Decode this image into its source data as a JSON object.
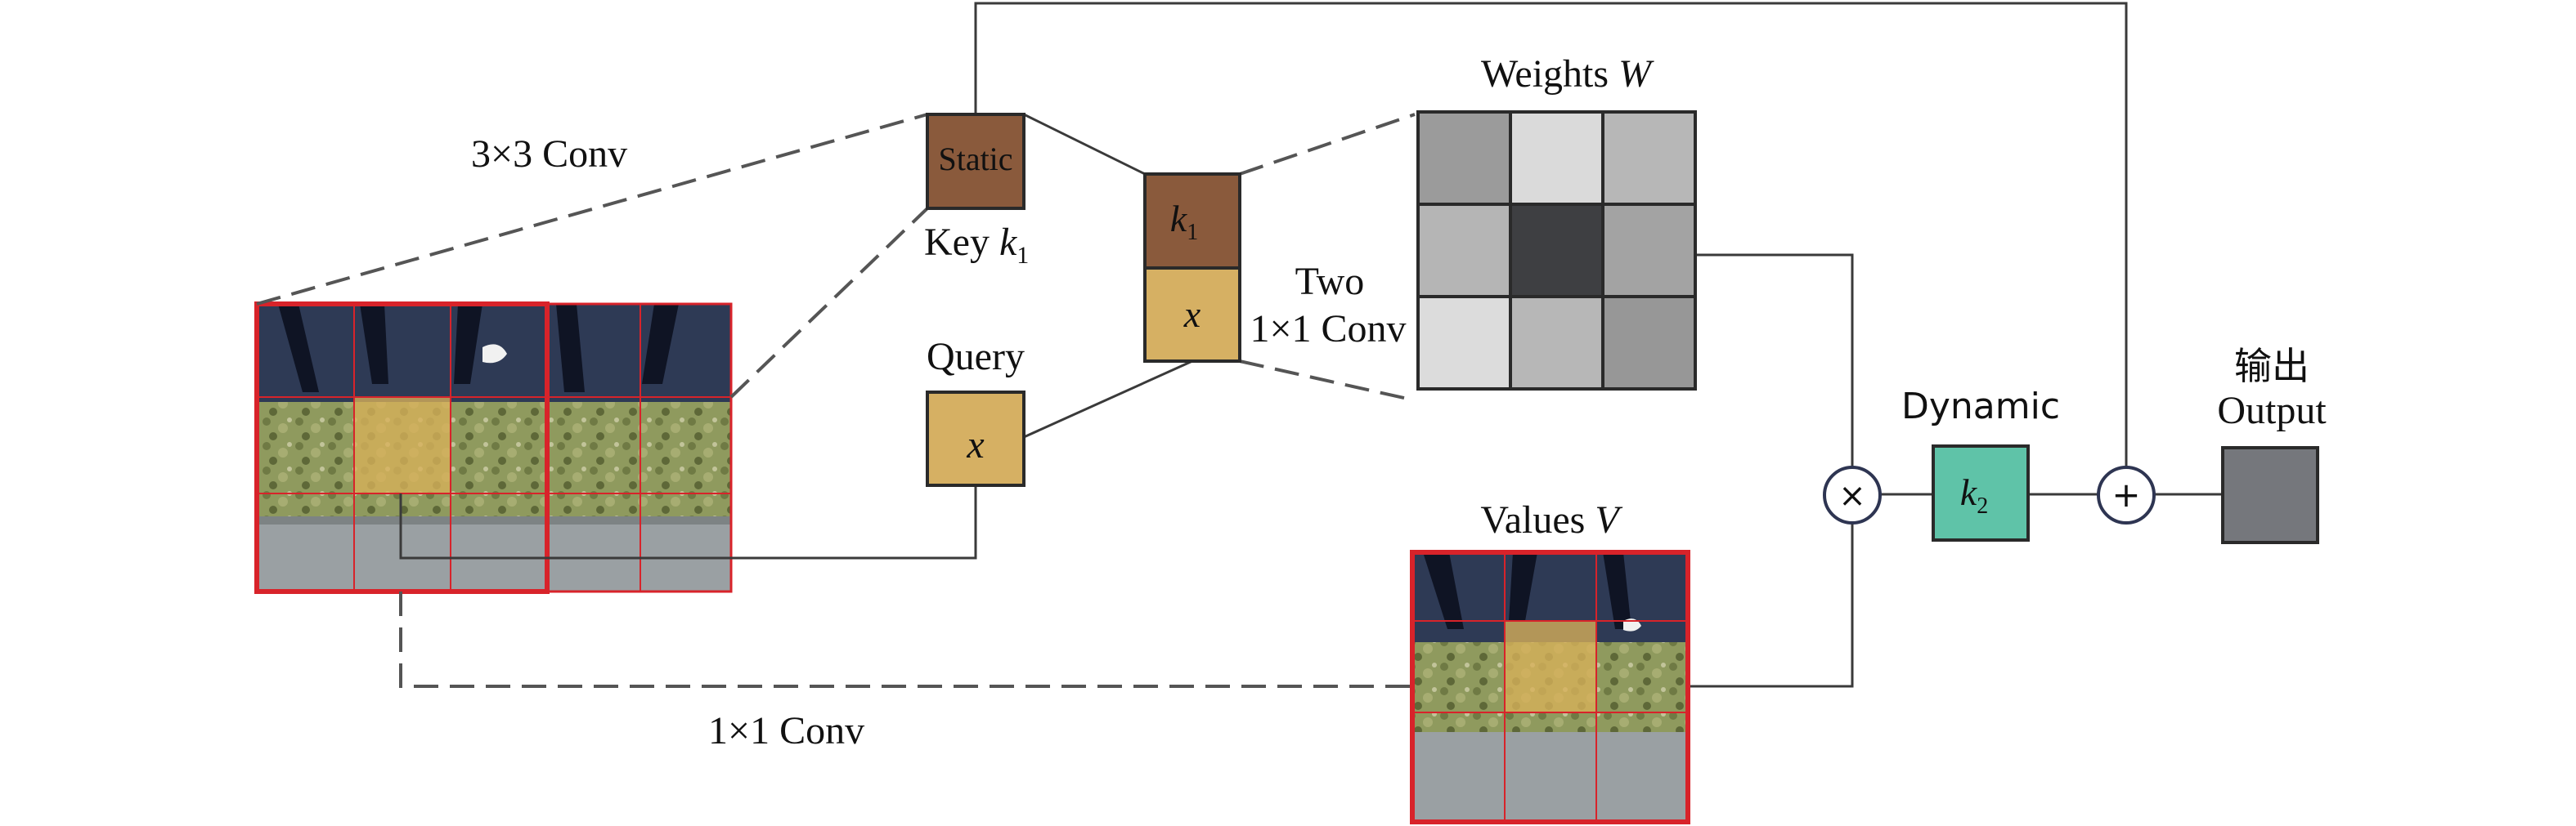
{
  "labels": {
    "conv3x3": "3×3 Conv",
    "conv1x1": "1×1 Conv",
    "static": "Static",
    "key_prefix": "Key ",
    "key_symbol": "k",
    "key_subscript": "1",
    "query": "Query",
    "query_symbol": "x",
    "concat_top_symbol": "k",
    "concat_top_subscript": "1",
    "concat_bottom_symbol": "x",
    "two_line1": "Two",
    "two_line2": "1×1 Conv",
    "weights_prefix": "Weights ",
    "weights_symbol": "W",
    "values_prefix": "Values ",
    "values_symbol": "V",
    "dynamic": "Dynamic",
    "dynamic_symbol": "k",
    "dynamic_subscript": "2",
    "multiply_symbol": "×",
    "add_symbol": "+",
    "output_cn": "输出",
    "output_en": "Output"
  },
  "weights_grid": {
    "rows": 3,
    "cols": 3,
    "colors": [
      [
        "#9b9b9b",
        "#dadada",
        "#b7b7b7"
      ],
      [
        "#b5b5b5",
        "#3e3f42",
        "#a3a3a3"
      ],
      [
        "#dcdcdc",
        "#b7b7b7",
        "#979797"
      ]
    ]
  },
  "colors": {
    "brown": "#8a5a3c",
    "tan": "#d6b063",
    "teal": "#5fc3a8",
    "output": "#75777c",
    "red": "#d8232a",
    "line": "#3a3a3a",
    "dash": "#555555"
  }
}
